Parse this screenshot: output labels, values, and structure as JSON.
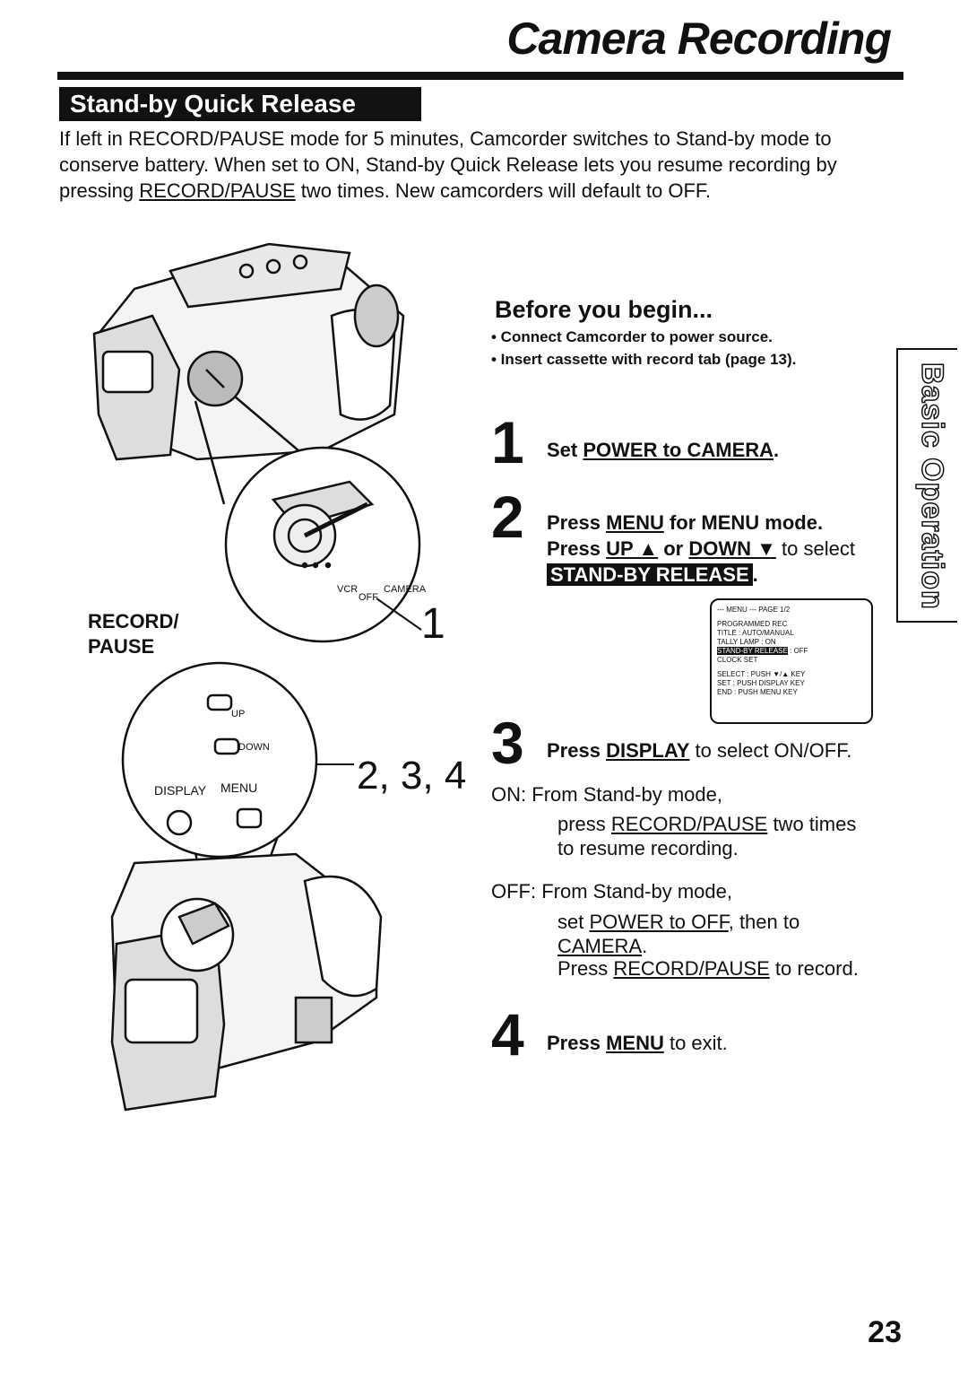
{
  "page": {
    "title": "Camera Recording",
    "section": "Stand-by Quick Release",
    "intro": {
      "l1": "If left in RECORD/PAUSE mode for 5 minutes, Camcorder switches to Stand-by mode to",
      "l2": "conserve battery. When set to ON, Stand-by Quick Release lets you resume recording by",
      "l3_pre": "pressing ",
      "l3_u": "RECORD/PAUSE",
      "l3_post": " two times. New camcorders will default to OFF."
    },
    "before": {
      "heading": "Before you begin...",
      "bullets": [
        "• Connect Camcorder to power source.",
        "• Insert cassette with record tab (page 13)."
      ]
    },
    "steps": {
      "s1": {
        "num": "1",
        "pre": "Set ",
        "u": "POWER to CAMERA",
        "post": "."
      },
      "s2": {
        "num": "2",
        "l1_pre": "Press ",
        "l1_u": "MENU",
        "l1_post": " for MENU mode.",
        "l2_pre": "Press ",
        "l2_u1": "UP ▲",
        "l2_mid": " or ",
        "l2_u2": "DOWN ▼",
        "l2_post": " to select",
        "highlight": "STAND-BY RELEASE",
        "dot": "."
      },
      "s3": {
        "num": "3",
        "pre": "Press ",
        "u": "DISPLAY",
        "post": " to select ON/OFF."
      },
      "s4": {
        "num": "4",
        "pre": "Press ",
        "u": "MENU",
        "post": " to exit."
      }
    },
    "on": {
      "label": "ON:",
      "l1": "From Stand-by mode,",
      "l2_pre": "press ",
      "l2_u": "RECORD/PAUSE",
      "l2_post": " two times",
      "l3": "to resume recording."
    },
    "off": {
      "label": "OFF:",
      "l1": "From Stand-by mode,",
      "l2_pre": "set ",
      "l2_u": "POWER to OFF",
      "l2_post": ", then to",
      "l3_u": "CAMERA",
      "l3_post": ".",
      "l4_pre": "Press ",
      "l4_u": "RECORD/PAUSE",
      "l4_post": " to record."
    },
    "menu_screen": {
      "header": "--- MENU ---    PAGE 1/2",
      "r1": "PROGRAMMED REC",
      "r2": "TITLE          : AUTO/MANUAL",
      "r3": "TALLY LAMP             : ON",
      "r4_hl": "STAND-BY RELEASE",
      "r4_val": " : OFF",
      "r5": "CLOCK SET",
      "r6": "SELECT : PUSH ▼/▲ KEY",
      "r7": "SET    : PUSH DISPLAY KEY",
      "r8": "END    : PUSH MENU KEY"
    },
    "illustration": {
      "record_label_1": "RECORD/",
      "record_label_2": "PAUSE",
      "callout_1": "1",
      "callout_234": "2, 3, 4",
      "switch_vcr": "VCR",
      "switch_off": "OFF",
      "switch_camera": "CAMERA",
      "btn_up": "UP",
      "btn_down": "DOWN",
      "btn_display": "DISPLAY",
      "btn_menu": "MENU"
    },
    "side_tab": "Basic Operation",
    "page_number": "23"
  }
}
